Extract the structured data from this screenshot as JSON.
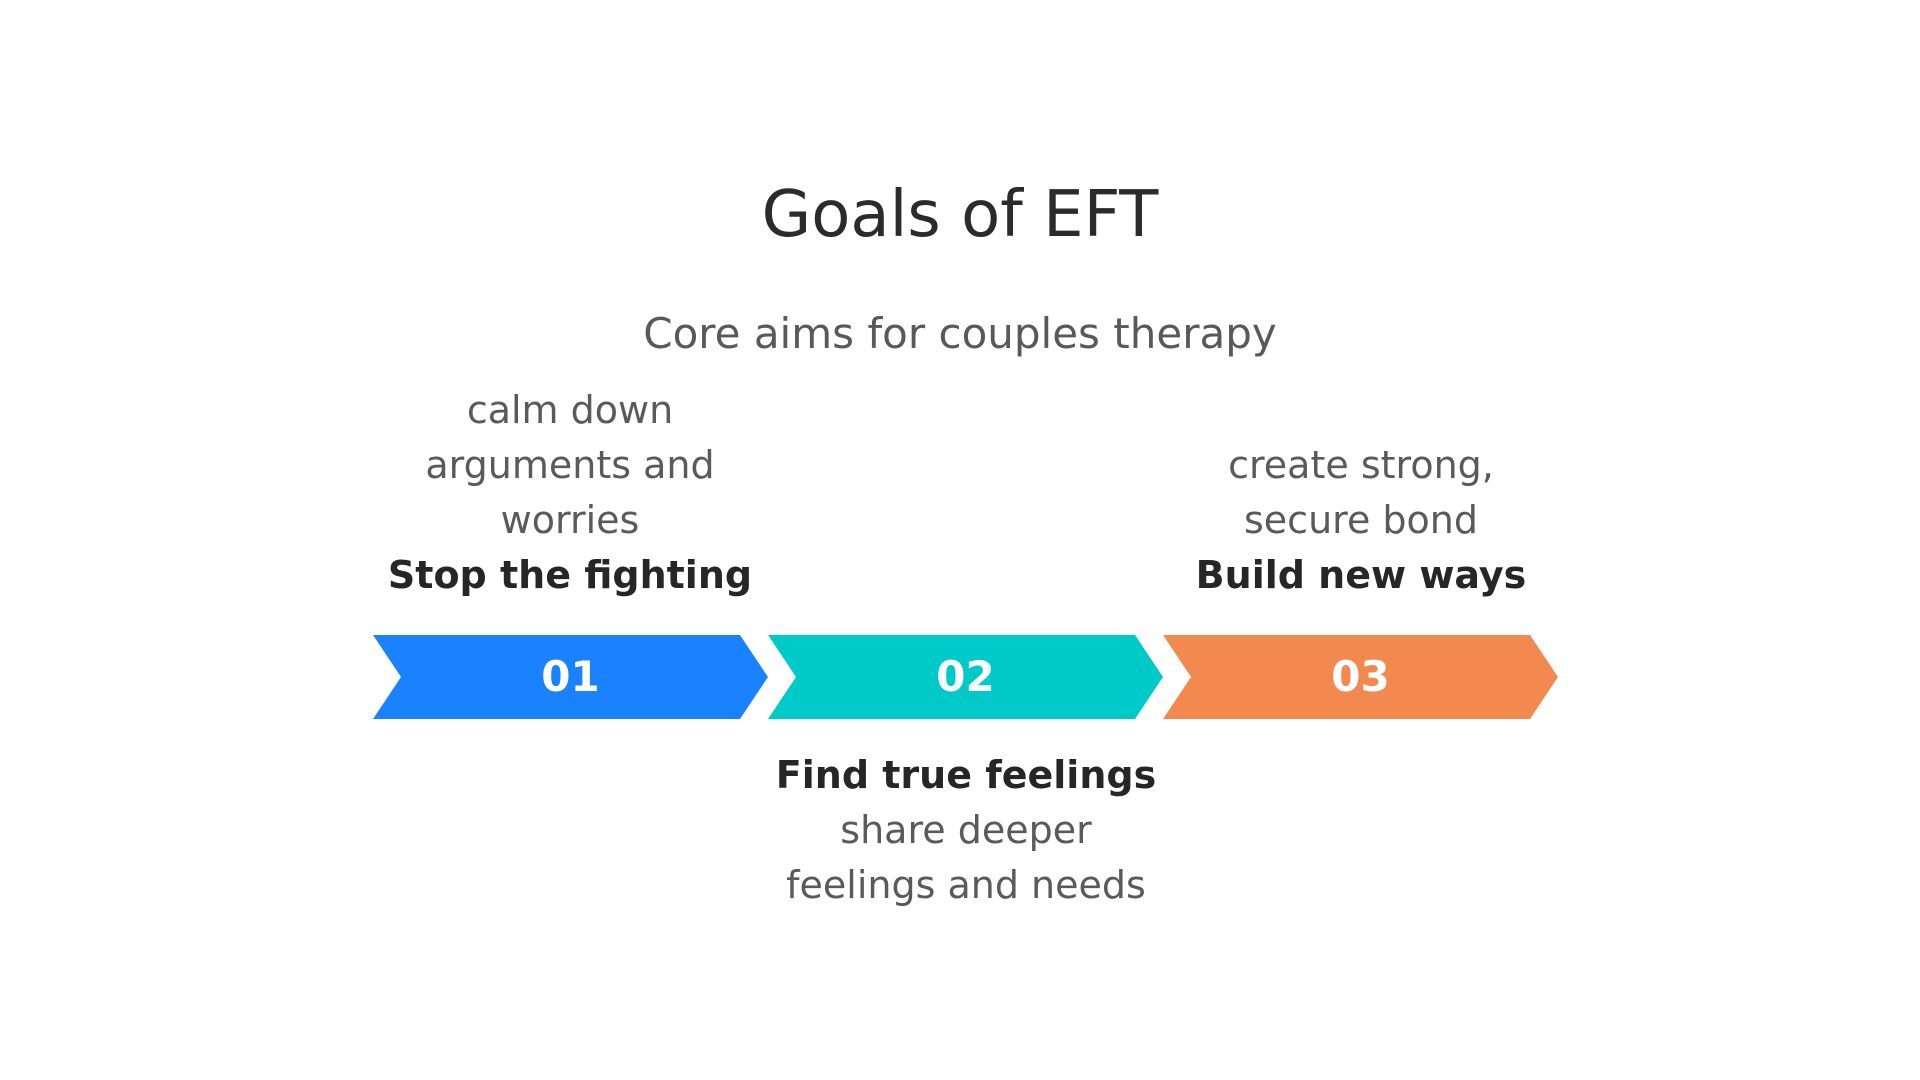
{
  "title": "Goals of EFT",
  "subtitle": "Core aims for couples therapy",
  "steps": [
    {
      "number": "01",
      "label": "Stop the fighting",
      "description": [
        "calm down",
        "arguments and",
        "worries"
      ],
      "color": "#1a82ff"
    },
    {
      "number": "02",
      "label": "Find true feelings",
      "description": [
        "share deeper",
        "feelings and needs"
      ],
      "color": "#00c9c9"
    },
    {
      "number": "03",
      "label": "Build new ways",
      "description": [
        "create strong,",
        "secure bond"
      ],
      "color": "#f28a50"
    }
  ]
}
